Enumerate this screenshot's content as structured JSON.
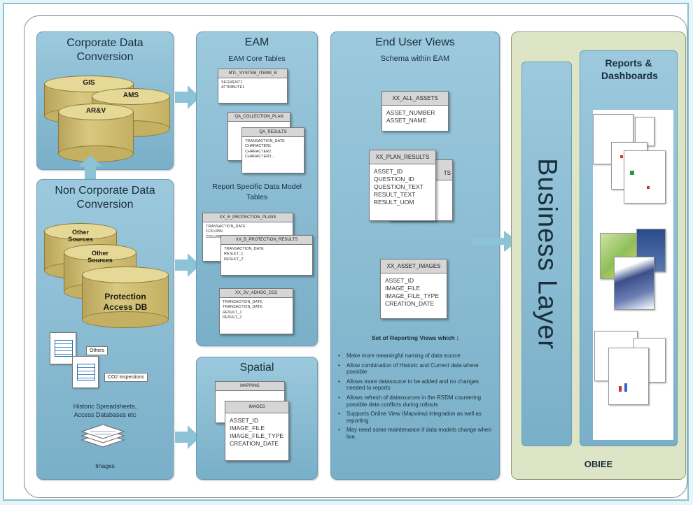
{
  "corporate": {
    "title": "Corporate Data Conversion",
    "sources": [
      "GIS",
      "AMS",
      "AR&V"
    ]
  },
  "noncorporate": {
    "title": "Non Corporate Data Conversion",
    "sources": [
      "Other Sources",
      "Other Sources",
      "Protection Access DB"
    ],
    "doc_tags": [
      "Others",
      "CO2 Inspections"
    ],
    "spreadsheets_label": "Historic Spreadsheets, Access Databases etc",
    "images_label": "Images"
  },
  "eam": {
    "title": "EAM",
    "core_subtitle": "EAM Core Tables",
    "core_tables": [
      {
        "name": "MTL_SYSTEM_ITEMS_B",
        "fields": [
          "SEGMENT1",
          "ATTRIBUTE1"
        ]
      },
      {
        "name": "QA_COLLECTION_PLAN",
        "fields": [
          "",
          ""
        ]
      },
      {
        "name": "QA_RESULTS",
        "fields": [
          "TRANSACTION_DATE",
          "CHARACTER1",
          "CHARACTER2",
          "CHARACTER3..."
        ]
      }
    ],
    "report_subtitle": "Report Specific Data Model Tables",
    "report_tables": [
      {
        "name": "XX_B_PROTECTION_PLANS",
        "fields": [
          "TRANSACTION_DATE",
          "COLUMN",
          "COLUMN"
        ]
      },
      {
        "name": "XX_B_PROTECTION_RESULTS",
        "fields": [
          "TRANSACTION_DATE",
          "RESULT_1",
          "RESULT_2"
        ]
      },
      {
        "name": "XX_SV_ADHOC_CO2",
        "fields": [
          "TRANSACTION_DATE",
          "TRANSACTION_DATE",
          "RESULT_1",
          "RESULT_2"
        ]
      }
    ]
  },
  "spatial": {
    "title": "Spatial",
    "tables": [
      {
        "name": "MAPPING",
        "fields": []
      },
      {
        "name": "IMAGES",
        "fields": [
          "ASSET_ID",
          "IMAGE_FILE",
          "IMAGE_FILE_TYPE",
          "CREATION_DATE"
        ]
      }
    ]
  },
  "views": {
    "title": "End User Views",
    "subtitle": "Schema within EAM",
    "tables": [
      {
        "name": "XX_ALL_ASSETS",
        "fields": [
          "ASSET_NUMBER",
          "ASSET_NAME"
        ]
      },
      {
        "name": "XX_PLAN_RESULTS",
        "fields": [
          "ASSET_ID",
          "QUESTION_ID",
          "QUESTION_TEXT",
          "RESULT_TEXT",
          "RESULT_UOM"
        ]
      },
      {
        "name": "XX_ASSET_IMAGES",
        "fields": [
          "ASSET_ID",
          "IMAGE_FILE",
          "IMAGE_FILE_TYPE",
          "CREATION_DATE"
        ]
      }
    ],
    "behind_header_fragment": "TS",
    "reporting_heading": "Set of Reporting Views which :",
    "bullets": [
      "Make more meaningful naming of data source",
      "Allow combination of Historic and Current data where possible",
      "Allows more datasource to be added and no changes needed to reports",
      "Allows refresh of datasources in the RSDM countering possible data conflicts during rollouts",
      "Supports Online View (Mapview) integration as well as reporting",
      "May need some maintenance if data models change when live."
    ]
  },
  "obiee": {
    "business_layer": "Business Layer",
    "reports_title": "Reports & Dashboards",
    "footer": "OBIEE"
  },
  "colors": {
    "panel": "#8dbcd3",
    "arrow": "#8cc3d6",
    "cylinder": "#d2c27a",
    "obiee_bg": "#dde5c6",
    "frame": "#7ec6d3"
  }
}
